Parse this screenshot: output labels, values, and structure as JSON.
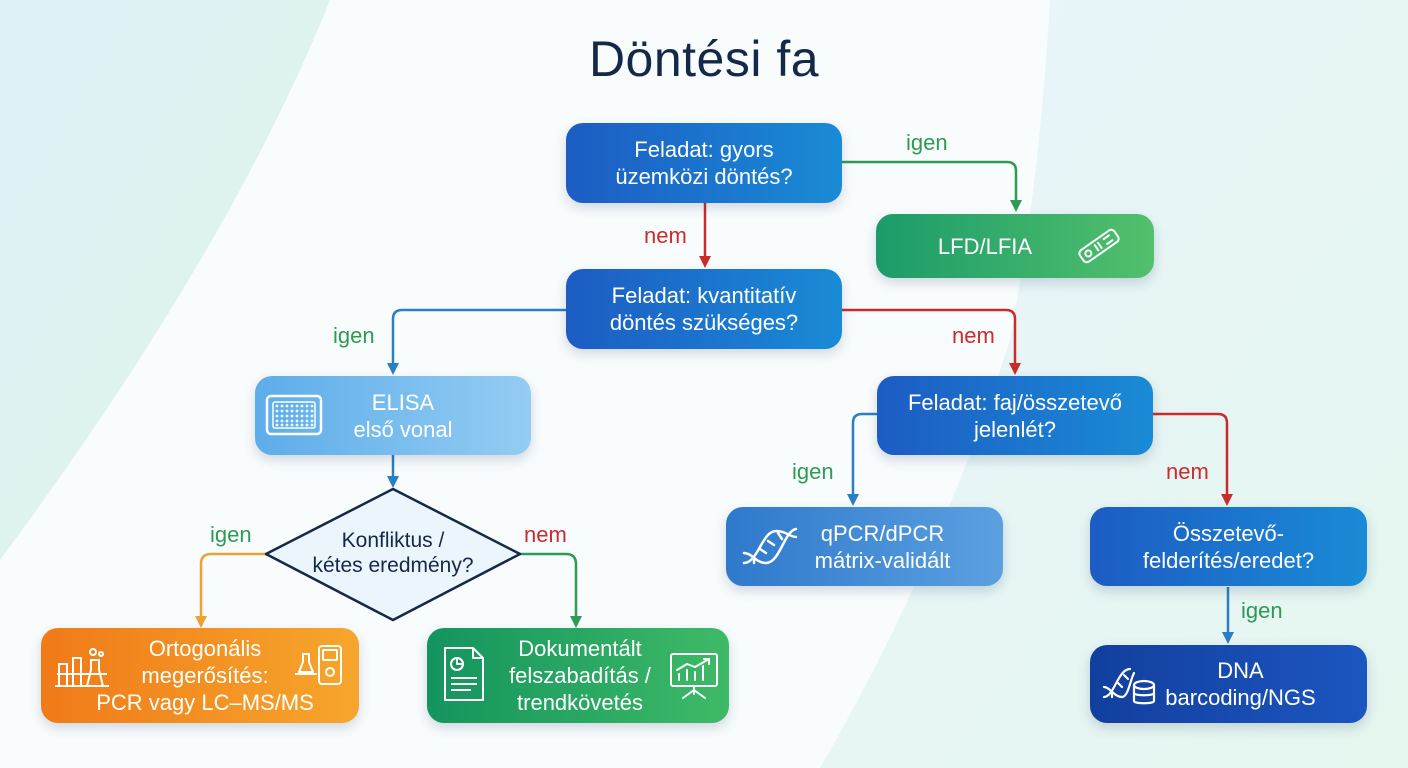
{
  "title": "Döntési fa",
  "nodes": {
    "q1": {
      "lines": [
        "Feladat: gyors",
        "üzemközi döntés?"
      ]
    },
    "lfd": {
      "lines": [
        "LFD/LFIA"
      ],
      "icon": "test-strip-icon"
    },
    "q2": {
      "lines": [
        "Feladat: kvantitatív",
        "döntés szükséges?"
      ]
    },
    "elisa": {
      "lines": [
        "ELISA",
        "első vonal"
      ],
      "icon": "microplate-icon"
    },
    "q3": {
      "lines": [
        "Feladat: faj/összetevő",
        "jelenlét?"
      ]
    },
    "diamond": {
      "lines": [
        "Konfliktus /",
        "kétes eredmény?"
      ]
    },
    "qpcr": {
      "lines": [
        "qPCR/dPCR",
        "mátrix-validált"
      ],
      "icon": "dna-helix-icon"
    },
    "q4": {
      "lines": [
        "Összetevő-",
        "felderítés/eredet?"
      ]
    },
    "ortho": {
      "lines": [
        "Ortogonális",
        "megerősítés:",
        "PCR vagy LC–MS/MS"
      ],
      "icon_left": "lab-glassware-icon",
      "icon_right": "lab-instrument-icon"
    },
    "doc": {
      "lines": [
        "Dokumentált",
        "felszabadítás /",
        "trendkövetés"
      ],
      "icon_left": "document-icon",
      "icon_right": "trend-chart-icon"
    },
    "dna": {
      "lines": [
        "DNA",
        "barcoding/NGS"
      ],
      "icon": "dna-database-icon"
    }
  },
  "edge_labels": {
    "q1_yes": "igen",
    "q1_no": "nem",
    "q2_yes": "igen",
    "q2_no": "nem",
    "q3_yes": "igen",
    "q3_no": "nem",
    "diamond_yes": "igen",
    "diamond_no": "nem",
    "q4_yes": "igen"
  },
  "colors": {
    "yes_edge": "#2e9a52",
    "no_edge": "#cc2b2b",
    "blue_edge": "#2a7fc4",
    "orange_edge": "#f0a030"
  }
}
